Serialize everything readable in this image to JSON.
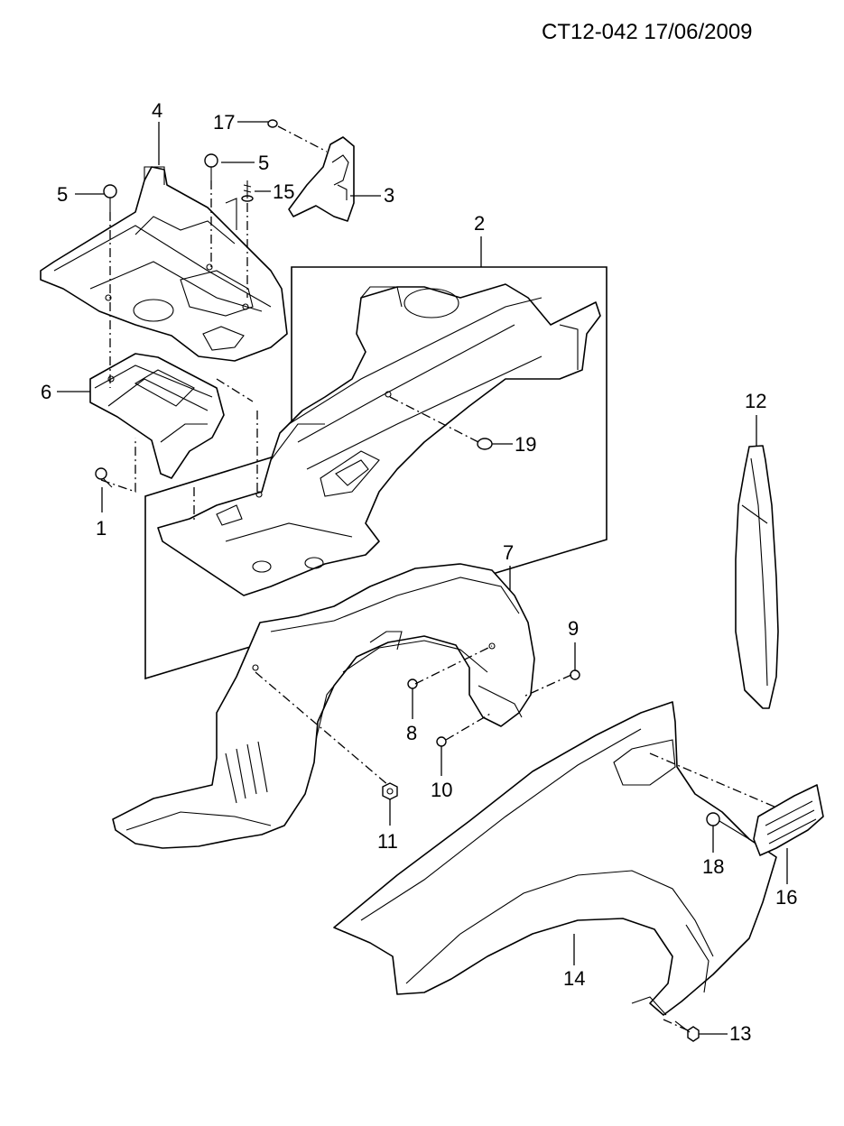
{
  "header": {
    "code": "CT12-042 17/06/2009"
  },
  "callouts": [
    {
      "id": "c1",
      "label": "1"
    },
    {
      "id": "c2",
      "label": "2"
    },
    {
      "id": "c3",
      "label": "3"
    },
    {
      "id": "c4",
      "label": "4"
    },
    {
      "id": "c5a",
      "label": "5"
    },
    {
      "id": "c5b",
      "label": "5"
    },
    {
      "id": "c6",
      "label": "6"
    },
    {
      "id": "c7",
      "label": "7"
    },
    {
      "id": "c8",
      "label": "8"
    },
    {
      "id": "c9",
      "label": "9"
    },
    {
      "id": "c10",
      "label": "10"
    },
    {
      "id": "c11",
      "label": "11"
    },
    {
      "id": "c12",
      "label": "12"
    },
    {
      "id": "c13",
      "label": "13"
    },
    {
      "id": "c14",
      "label": "14"
    },
    {
      "id": "c15",
      "label": "15"
    },
    {
      "id": "c16",
      "label": "16"
    },
    {
      "id": "c17",
      "label": "17"
    },
    {
      "id": "c18",
      "label": "18"
    },
    {
      "id": "c19",
      "label": "19"
    }
  ]
}
